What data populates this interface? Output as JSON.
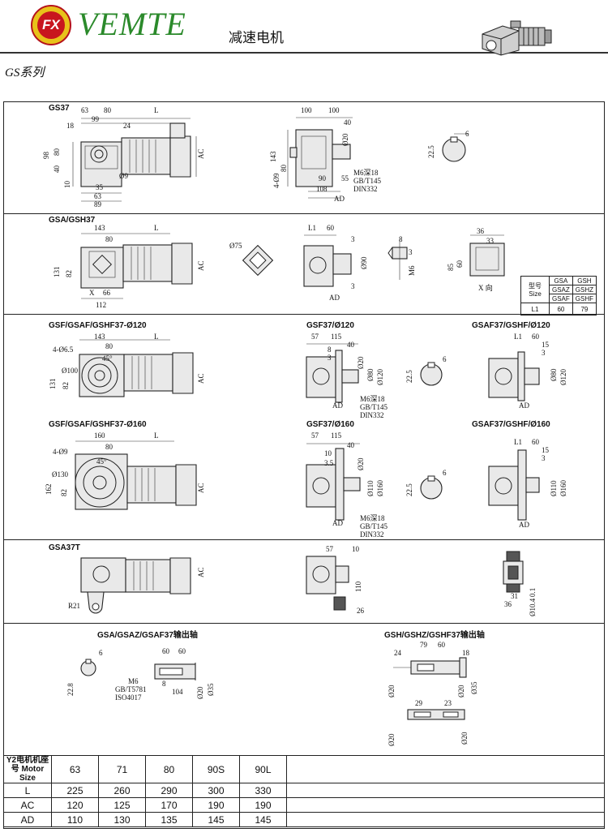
{
  "header": {
    "logo_text": "FX",
    "brand": "VEMTE",
    "subtitle": "减速电机",
    "series": "GS系列"
  },
  "sections": {
    "gs37": {
      "label": "GS37",
      "dims": [
        "63",
        "99",
        "80",
        "L",
        "18",
        "24",
        "98",
        "80",
        "40",
        "10",
        "Ø9",
        "35",
        "63",
        "89",
        "AC",
        "100",
        "100",
        "40",
        "Ø20",
        "143",
        "80",
        "4-Ø9",
        "90",
        "108",
        "55",
        "AD",
        "M6深18",
        "GB/T145",
        "DIN332",
        "6",
        "22.5"
      ]
    },
    "gsa37": {
      "label": "GSA/GSH37",
      "dims": [
        "143",
        "80",
        "L",
        "131",
        "82",
        "X",
        "66",
        "112",
        "AC",
        "Ø75",
        "L1",
        "60",
        "3",
        "Ø90",
        "3",
        "AD",
        "8",
        "3",
        "M6",
        "36",
        "33",
        "85",
        "60",
        "X 向"
      ]
    },
    "gsf120": {
      "label": "GSF/GSAF/GSHF37-Ø120",
      "dims": [
        "143",
        "80",
        "L",
        "4-Ø6.5",
        "45°",
        "Ø100",
        "131",
        "82",
        "AC"
      ]
    },
    "gsf37_120": {
      "label": "GSF37/Ø120",
      "dims": [
        "57",
        "115",
        "40",
        "8",
        "3",
        "Ø20",
        "Ø80",
        "Ø120",
        "AD",
        "M6深18",
        "GB/T145",
        "DIN332",
        "6",
        "22.5"
      ]
    },
    "gsaf37_120": {
      "label": "GSAF37/GSHF/Ø120",
      "dims": [
        "L1",
        "60",
        "15",
        "3",
        "Ø80",
        "Ø120",
        "AD"
      ]
    },
    "gsf160": {
      "label": "GSF/GSAF/GSHF37-Ø160",
      "dims": [
        "160",
        "80",
        "L",
        "4-Ø9",
        "45°",
        "Ø130",
        "162",
        "82",
        "AC"
      ]
    },
    "gsf37_160": {
      "label": "GSF37/Ø160",
      "dims": [
        "57",
        "115",
        "40",
        "10",
        "3.5",
        "Ø20",
        "Ø110",
        "Ø160",
        "AD",
        "M6深18",
        "GB/T145",
        "DIN332",
        "6",
        "22.5"
      ]
    },
    "gsaf37_160": {
      "label": "GSAF37/GSHF/Ø160",
      "dims": [
        "L1",
        "60",
        "15",
        "3",
        "Ø110",
        "Ø160",
        "AD"
      ]
    },
    "gsa37t": {
      "label": "GSA37T",
      "dims": [
        "R21",
        "AC",
        "57",
        "10",
        "110",
        "26",
        "31",
        "36",
        "Ø10.4",
        "0.1"
      ]
    },
    "output_gsa": {
      "label": "GSA/GSAZ/GSAF37输出轴",
      "dims": [
        "6",
        "22.8",
        "60",
        "60",
        "M6",
        "GB/T5781",
        "ISO4017",
        "8",
        "104",
        "Ø20",
        "Ø35"
      ]
    },
    "output_gsh": {
      "label": "GSH/GSHZ/GSHF37输出轴",
      "dims": [
        "79",
        "60",
        "24",
        "18",
        "Ø20",
        "Ø20",
        "Ø35",
        "29",
        "23",
        "Ø20",
        "Ø20"
      ]
    }
  },
  "size_table": {
    "header": "型号 Size",
    "rows": [
      [
        "GSA",
        "GSH"
      ],
      [
        "GSAZ",
        "GSHZ"
      ],
      [
        "GSAF",
        "GSHF"
      ]
    ],
    "l1_label": "L1",
    "l1_values": [
      "60",
      "79"
    ]
  },
  "motor_table": {
    "header_label": "Y2电机机座号 Motor Size",
    "sizes": [
      "63",
      "71",
      "80",
      "90S",
      "90L"
    ],
    "rows": [
      {
        "label": "L",
        "values": [
          "225",
          "260",
          "290",
          "300",
          "330"
        ]
      },
      {
        "label": "AC",
        "values": [
          "120",
          "125",
          "170",
          "190",
          "190"
        ]
      },
      {
        "label": "AD",
        "values": [
          "110",
          "130",
          "135",
          "145",
          "145"
        ]
      }
    ]
  }
}
